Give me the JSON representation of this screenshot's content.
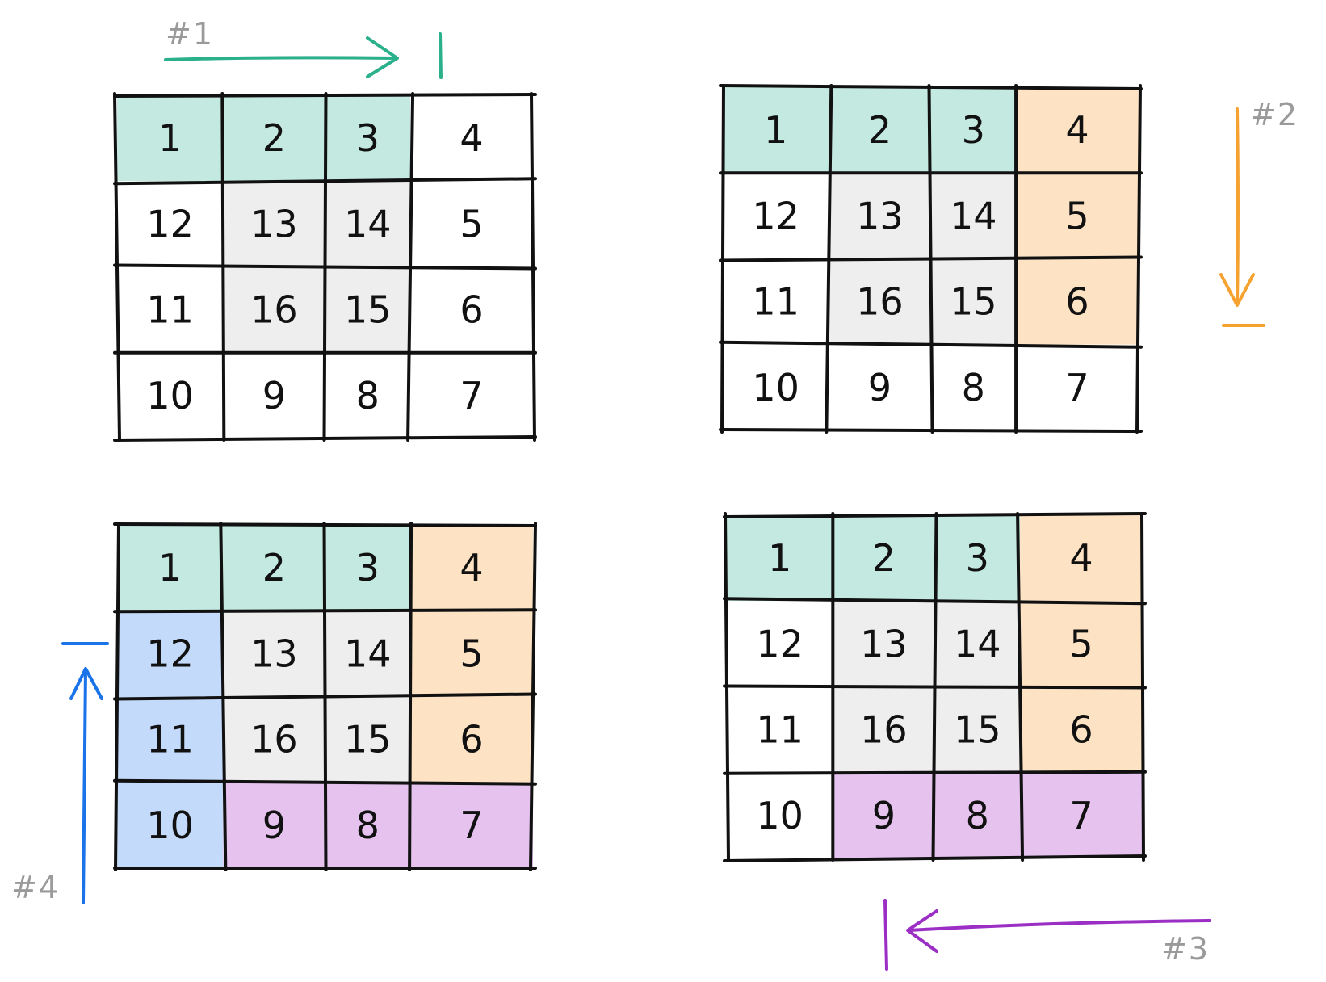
{
  "colors": {
    "teal": "#c3e9e0",
    "orange": "#fde3c3",
    "purple": "#e6c3ef",
    "blue": "#c3dafb",
    "gray": "#eeeeee",
    "white": "#ffffff",
    "teal_stroke": "#2bb08c",
    "orange_stroke": "#f6a230",
    "purple_stroke": "#9b2ec4",
    "blue_stroke": "#1a73e8",
    "label_gray": "#9a9a9a",
    "grid_stroke": "#111111"
  },
  "grid_values": [
    [
      "1",
      "2",
      "3",
      "4"
    ],
    [
      "12",
      "13",
      "14",
      "5"
    ],
    [
      "11",
      "16",
      "15",
      "6"
    ],
    [
      "10",
      "9",
      "8",
      "7"
    ]
  ],
  "panels": [
    {
      "id": "panel-1",
      "step_label": "#1",
      "arrow_color_key": "teal_stroke",
      "fills": [
        [
          "teal",
          "teal",
          "teal",
          "white"
        ],
        [
          "white",
          "gray",
          "gray",
          "white"
        ],
        [
          "white",
          "gray",
          "gray",
          "white"
        ],
        [
          "white",
          "white",
          "white",
          "white"
        ]
      ]
    },
    {
      "id": "panel-2",
      "step_label": "#2",
      "arrow_color_key": "orange_stroke",
      "fills": [
        [
          "teal",
          "teal",
          "teal",
          "orange"
        ],
        [
          "white",
          "gray",
          "gray",
          "orange"
        ],
        [
          "white",
          "gray",
          "gray",
          "orange"
        ],
        [
          "white",
          "white",
          "white",
          "white"
        ]
      ]
    },
    {
      "id": "panel-3",
      "step_label": "#3",
      "arrow_color_key": "purple_stroke",
      "fills": [
        [
          "teal",
          "teal",
          "teal",
          "orange"
        ],
        [
          "white",
          "gray",
          "gray",
          "orange"
        ],
        [
          "white",
          "gray",
          "gray",
          "orange"
        ],
        [
          "white",
          "purple",
          "purple",
          "purple"
        ]
      ]
    },
    {
      "id": "panel-4",
      "step_label": "#4",
      "arrow_color_key": "blue_stroke",
      "fills": [
        [
          "teal",
          "teal",
          "teal",
          "orange"
        ],
        [
          "blue",
          "gray",
          "gray",
          "orange"
        ],
        [
          "blue",
          "gray",
          "gray",
          "orange"
        ],
        [
          "blue",
          "purple",
          "purple",
          "purple"
        ]
      ]
    }
  ]
}
